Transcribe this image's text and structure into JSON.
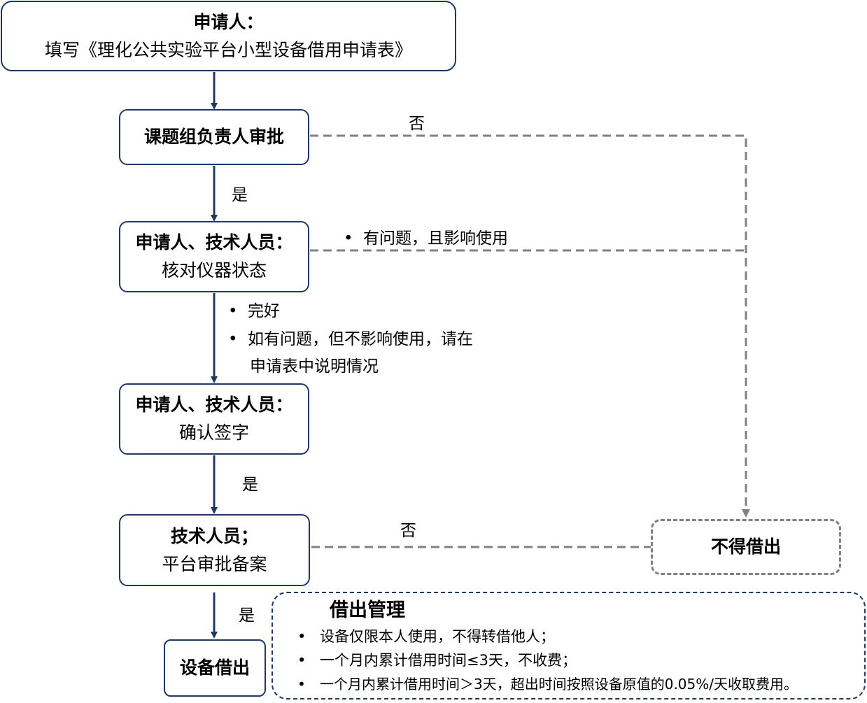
{
  "nodes": {
    "apply": {
      "title": "申请人：",
      "text": "填写《理化公共实验平台小型设备借用申请表》"
    },
    "leader": {
      "title": "课题组负责人审批"
    },
    "check": {
      "title": "申请人、技术人员：",
      "text": "核对仪器状态"
    },
    "confirm": {
      "title": "申请人、技术人员：",
      "text": "确认签字"
    },
    "record": {
      "title": "技术人员；",
      "text": "平台审批备案"
    },
    "lend": {
      "title": "设备借出"
    },
    "refuse": {
      "title": "不得借出"
    }
  },
  "edge_labels": {
    "leader_no": "否",
    "leader_yes": "是",
    "check_problem": "有问题，且影响使用",
    "check_ok_1": "完好",
    "check_ok_2_line1": "如有问题，但不影响使用，请在",
    "check_ok_2_line2": "申请表中说明情况",
    "confirm_yes": "是",
    "record_no": "否",
    "record_yes": "是"
  },
  "management": {
    "title": "借出管理",
    "items": [
      "设备仅限本人使用，不得转借他人；",
      "一个月内累计借用时间≤3天，不收费；",
      "一个月内累计借用时间＞3天，超出时间按照设备原值的0.05%/天收取费用。"
    ]
  },
  "colors": {
    "solid_border": "#1f3864",
    "dashed_line": "#808080"
  },
  "bullet_glyph": "•"
}
